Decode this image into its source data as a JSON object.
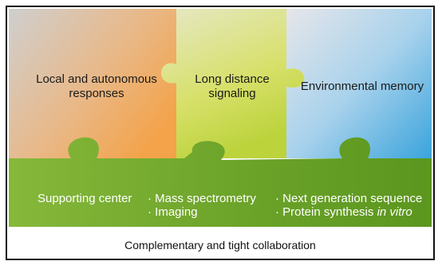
{
  "pieces": {
    "left": {
      "label_line1": "Local and autonomous",
      "label_line2": "responses",
      "color": "#f2a54a"
    },
    "middle": {
      "label_line1": "Long distance",
      "label_line2": "signaling",
      "color": "#c8dc52"
    },
    "right": {
      "label": "Environmental memory",
      "color": "#5fb6e2"
    },
    "bottom": {
      "color": "#6fa62c"
    }
  },
  "bottom_items": {
    "center": "Supporting center",
    "bullet": "·",
    "col2": [
      "Mass spectrometry",
      "Imaging"
    ],
    "col3": [
      "Next generation sequence"
    ],
    "col3_last_prefix": "Protein synthesis ",
    "col3_last_italic": "in vitro"
  },
  "caption": "Complementary and tight collaboration"
}
